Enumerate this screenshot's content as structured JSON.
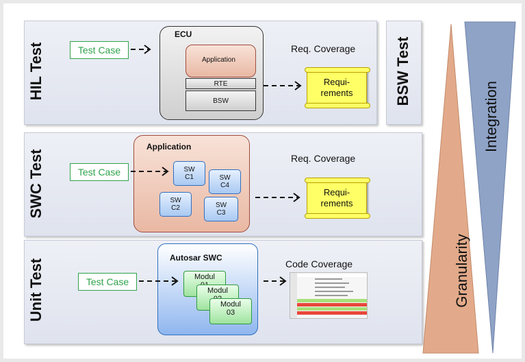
{
  "rows": {
    "hil": {
      "label": "HIL Test",
      "test_case": "Test Case",
      "ecu_title": "ECU",
      "application": "Application",
      "rte": "RTE",
      "bsw": "BSW",
      "coverage": "Req. Coverage",
      "requirements": [
        "Requi-",
        "rements"
      ]
    },
    "swc": {
      "label": "SWC Test",
      "test_case": "Test Case",
      "app_title": "Application",
      "components": [
        {
          "line1": "SW",
          "line2": "C1"
        },
        {
          "line1": "SW",
          "line2": "C4"
        },
        {
          "line1": "SW",
          "line2": "C2"
        },
        {
          "line1": "SW",
          "line2": "C3"
        }
      ],
      "coverage": "Req. Coverage",
      "requirements": [
        "Requi-",
        "rements"
      ]
    },
    "unit": {
      "label": "Unit Test",
      "test_case": "Test Case",
      "swc_title": "Autosar SWC",
      "modules": [
        {
          "line1": "Modul",
          "line2": "01"
        },
        {
          "line1": "Modul",
          "line2": "02"
        },
        {
          "line1": "Modul",
          "line2": "03"
        }
      ],
      "coverage": "Code Coverage"
    }
  },
  "bsw_test": "BSW Test",
  "triangles": {
    "integration": "Integration",
    "granularity": "Granularity"
  },
  "colors": {
    "test_case_green": "#2ea34a",
    "requirement_yellow": "#ffff66",
    "integration_blue": "#8fa3c7",
    "granularity_orange": "#e2aa8a"
  }
}
